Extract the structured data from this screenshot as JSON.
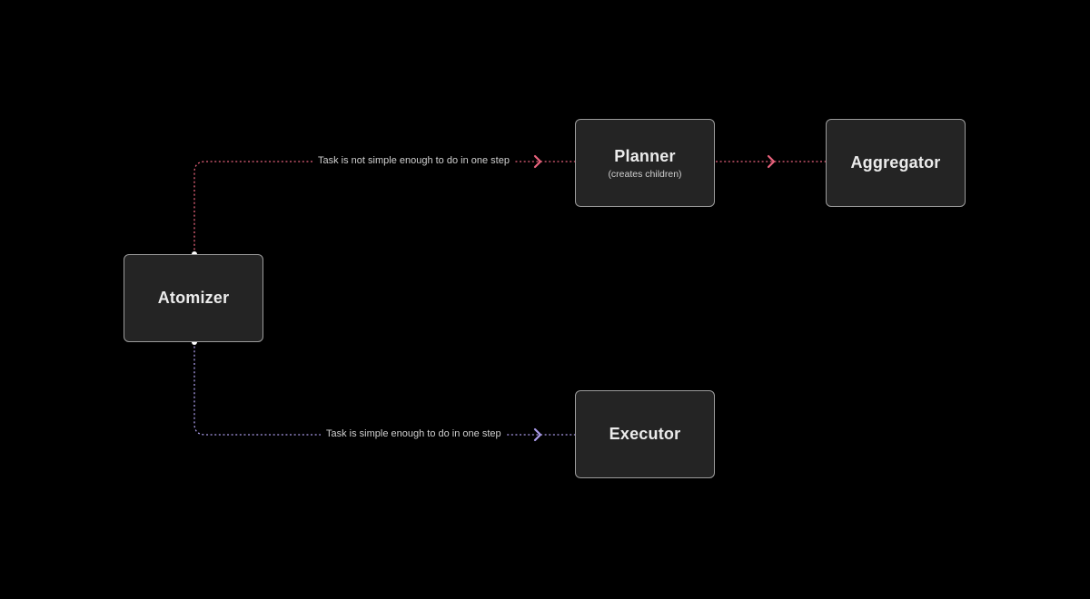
{
  "nodes": {
    "atomizer": {
      "title": "Atomizer"
    },
    "planner": {
      "title": "Planner",
      "subtitle": "(creates children)"
    },
    "aggregator": {
      "title": "Aggregator"
    },
    "executor": {
      "title": "Executor"
    }
  },
  "edges": {
    "atomizer_to_planner": {
      "label": "Task is not simple enough to do in one step",
      "color": "#e8627c"
    },
    "planner_to_aggregator": {
      "label": "",
      "color": "#e8627c"
    },
    "atomizer_to_executor": {
      "label": "Task is simple enough to do in one step",
      "color": "#a99ae8"
    }
  },
  "colors": {
    "background": "#000000",
    "node_fill": "#242424",
    "node_border": "#9b9b9b",
    "text": "#ececec"
  }
}
